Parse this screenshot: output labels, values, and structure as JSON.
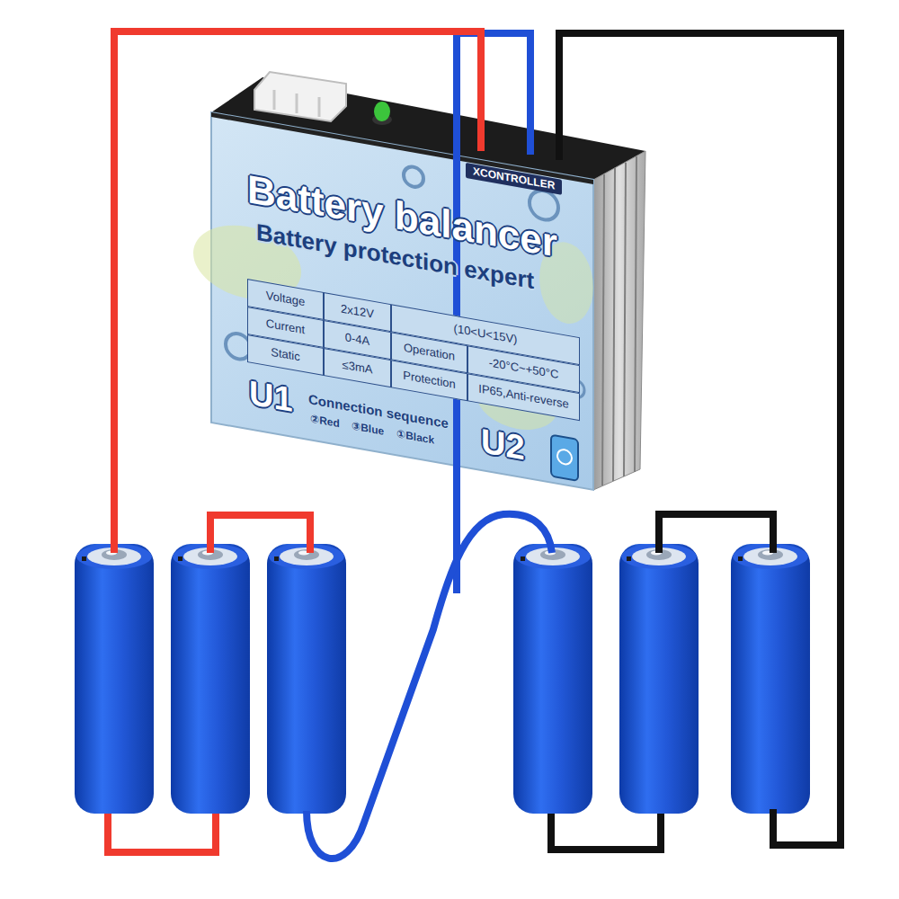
{
  "diagram": {
    "nodes": [
      {
        "text": [
          "Battery balancer",
          "Battery protection expert"
        ]
      }
    ],
    "labels": [
      "XCONTROLLER",
      "Voltage",
      "2x12V",
      "(10<U<15V)",
      "Current",
      "0-4A",
      "Operation",
      "-20°C~+50°C",
      "Static",
      "≤3mA",
      "Protection",
      "IP65,Anti-reverse",
      "U1",
      "Connection sequence",
      "②Red",
      "③Blue",
      "①Black",
      "U2"
    ]
  }
}
